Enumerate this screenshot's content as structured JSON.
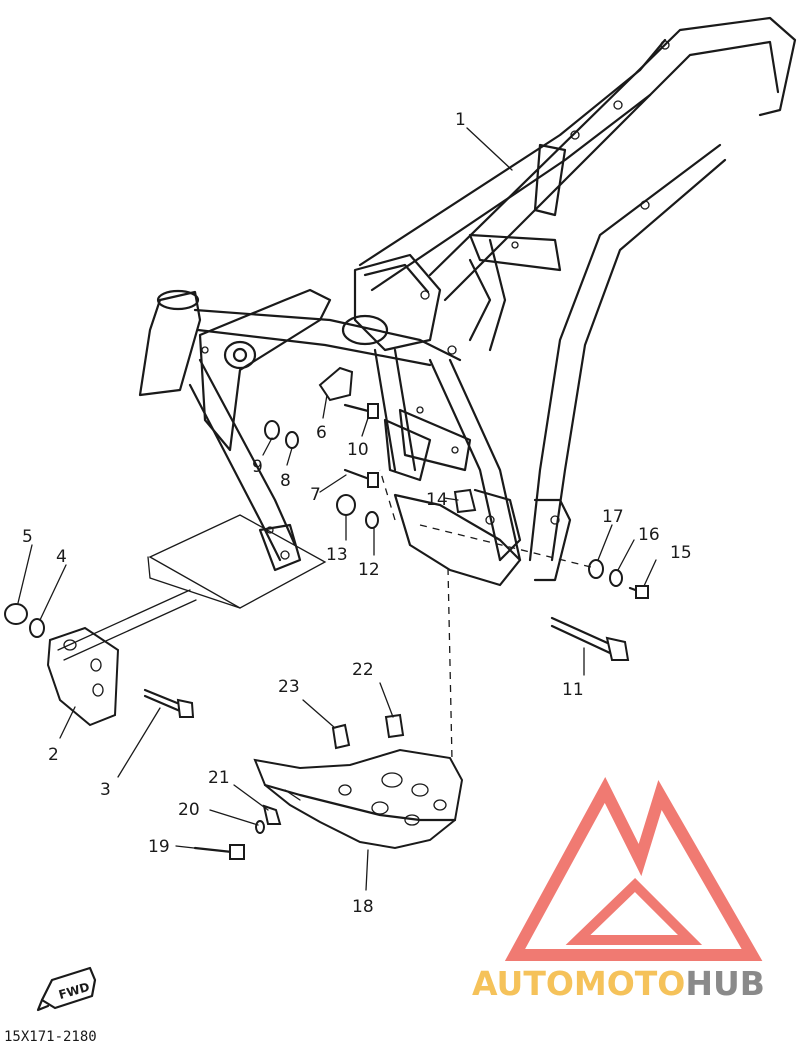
{
  "diagram": {
    "callouts": [
      {
        "id": "frame",
        "label": "1"
      },
      {
        "id": "bracket",
        "label": "2"
      },
      {
        "id": "bolt",
        "label": "3"
      },
      {
        "id": "washer-left",
        "label": "4"
      },
      {
        "id": "nut-left",
        "label": "5"
      },
      {
        "id": "clamp",
        "label": "6"
      },
      {
        "id": "bolt-small",
        "label": "7"
      },
      {
        "id": "nut-mid",
        "label": "8"
      },
      {
        "id": "washer-mid",
        "label": "9"
      },
      {
        "id": "bolt-upper",
        "label": "10"
      },
      {
        "id": "pivot-bolt",
        "label": "11"
      },
      {
        "id": "washer-center",
        "label": "12"
      },
      {
        "id": "nut-center",
        "label": "13"
      },
      {
        "id": "plate",
        "label": "14"
      },
      {
        "id": "bolt-right",
        "label": "15"
      },
      {
        "id": "washer-right",
        "label": "16"
      },
      {
        "id": "nut-right",
        "label": "17"
      },
      {
        "id": "skid-plate",
        "label": "18"
      },
      {
        "id": "bolt-skid",
        "label": "19"
      },
      {
        "id": "washer-skid",
        "label": "20"
      },
      {
        "id": "collar-skid",
        "label": "21"
      },
      {
        "id": "damper-right",
        "label": "22"
      },
      {
        "id": "damper-left",
        "label": "23"
      }
    ],
    "direction_marker": "FWD",
    "figure_code": "15X171-2180"
  },
  "watermark": {
    "text_part1": "AUTOMOTO",
    "text_part2": "HUB",
    "color_primary": "#f07a72",
    "color_secondary": "#f5c25a",
    "color_dark": "#8a8a8a"
  }
}
